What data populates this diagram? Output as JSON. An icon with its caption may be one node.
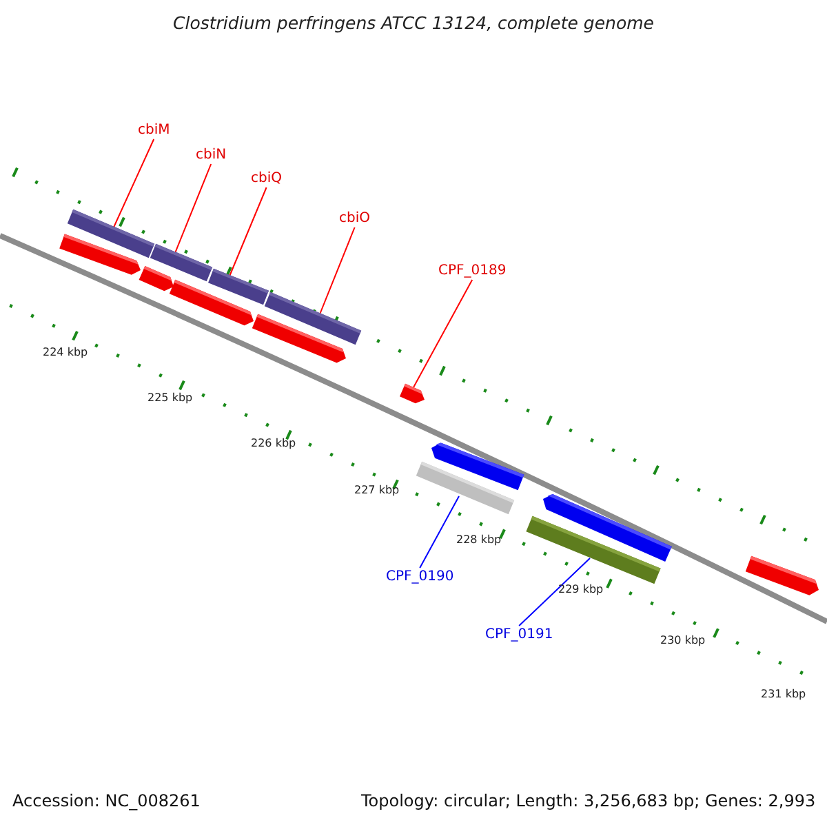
{
  "diagram": {
    "title": "Clostridium perfringens ATCC 13124, complete genome",
    "nodes": [
      {
        "text": [
          "cbiM"
        ]
      },
      {
        "text": [
          "cbiN"
        ]
      },
      {
        "text": [
          "cbiQ"
        ]
      },
      {
        "text": [
          "cbiO"
        ]
      },
      {
        "text": [
          "CPF_0189"
        ]
      },
      {
        "text": [],
        "shape": "bar"
      },
      {
        "text": [],
        "shape": "bar"
      },
      {
        "text": [],
        "shape": "bar"
      },
      {
        "text": [],
        "shape": "bar"
      },
      {
        "text": [],
        "shape": "arrow"
      },
      {
        "text": [],
        "shape": "arrow"
      },
      {
        "text": [],
        "shape": "arrow"
      },
      {
        "text": [],
        "shape": "arrow"
      },
      {
        "text": [],
        "shape": "arrow"
      },
      {
        "text": [],
        "shape": "arrow"
      },
      {
        "text": [],
        "shape": "bar"
      },
      {
        "text": [],
        "shape": "arrow"
      },
      {
        "text": [],
        "shape": "bar"
      },
      {
        "text": [],
        "shape": "arrow"
      },
      {
        "text": [
          "CPF_0190"
        ]
      },
      {
        "text": [
          "CPF_0191"
        ]
      }
    ],
    "edges": [
      {
        "from": 0,
        "to": 5,
        "arrow": "none"
      },
      {
        "from": 1,
        "to": 6,
        "arrow": "none"
      },
      {
        "from": 2,
        "to": 7,
        "arrow": "none"
      },
      {
        "from": 3,
        "to": 8,
        "arrow": "none"
      },
      {
        "from": 4,
        "to": 13,
        "arrow": "none"
      },
      {
        "from": 19,
        "to": 15,
        "arrow": "none",
        "color": "#0000ff"
      },
      {
        "from": 20,
        "to": 17,
        "arrow": "none",
        "color": "#0000ff"
      }
    ],
    "labels": [
      "224 kbp",
      "225 kbp",
      "226 kbp",
      "227 kbp",
      "228 kbp",
      "229 kbp",
      "230 kbp",
      "231 kbp",
      "Accession: NC_008261",
      "Topology: circular; Length: 3,256,683 bp; Genes: 2,993"
    ]
  }
}
